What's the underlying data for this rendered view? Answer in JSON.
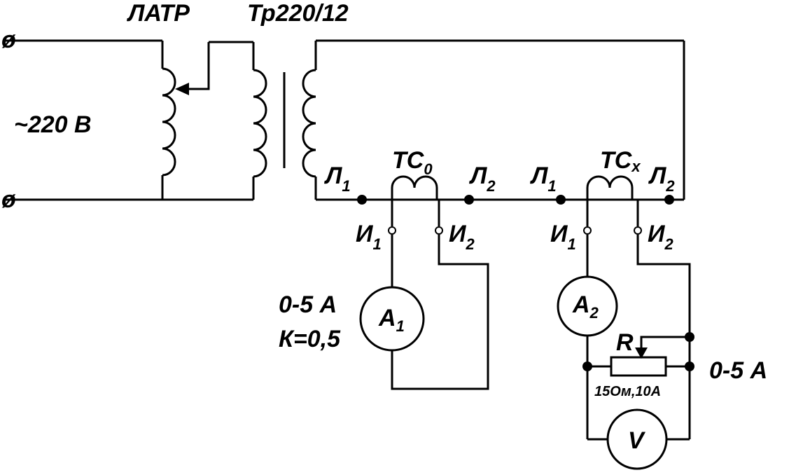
{
  "labels": {
    "latr": "ЛАТР",
    "transformer": "Тр220/12",
    "mains": "~220 В",
    "tc0_main": "ТС",
    "tc0_sub": "0",
    "tcx_main": "ТС",
    "tcx_sub": "x",
    "L": "Л",
    "I": "И",
    "sub1": "1",
    "sub2": "2",
    "a1_main": "A",
    "a1_sub": "1",
    "a2_main": "A",
    "a2_sub": "2",
    "a1_range": "0-5 А",
    "a1_k": "К=0,5",
    "r": "R",
    "r_rating": "15Ом,10А",
    "right_range": "0-5 А",
    "voltmeter": "V",
    "terminal": "ø"
  }
}
